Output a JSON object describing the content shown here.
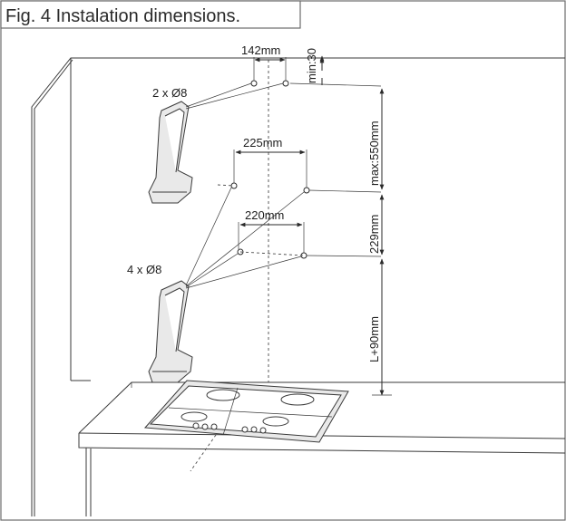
{
  "figure": {
    "title": "Fig. 4 Instalation dimensions.",
    "labels": {
      "holes_top": "2 x Ø8",
      "holes_mid": "4 x Ø8",
      "dim_142": "142mm",
      "dim_225": "225mm",
      "dim_220": "220mm",
      "dim_min30": "min:30",
      "dim_max550": "max:550mm",
      "dim_229": "229mm",
      "dim_l90": "L+90mm"
    }
  }
}
